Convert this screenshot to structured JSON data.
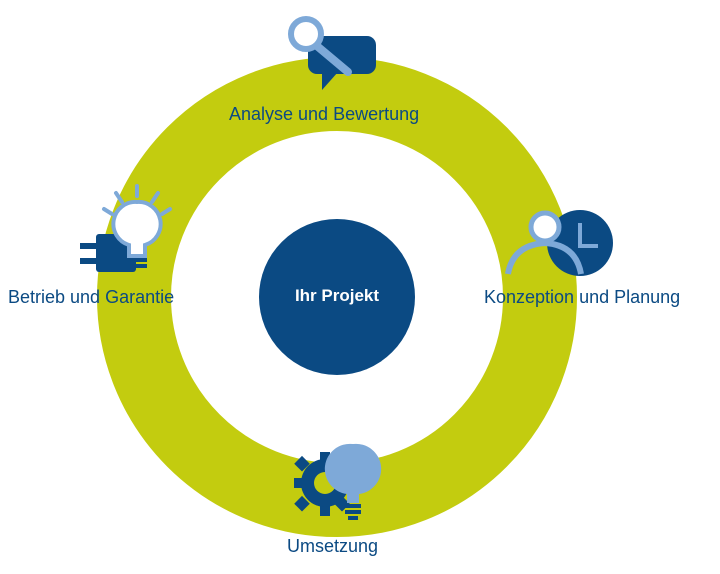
{
  "colors": {
    "ring": "#c3cc0f",
    "navy": "#0b4a83",
    "light_blue": "#7ea9d8",
    "white": "#ffffff"
  },
  "center": {
    "label": "Ihr Projekt"
  },
  "stages": [
    {
      "label": "Analyse und Bewertung",
      "icon": "search-speech-bubble-icon"
    },
    {
      "label": "Konzeption und Planung",
      "icon": "person-clock-icon"
    },
    {
      "label": "Umsetzung",
      "icon": "gear-lightbulb-icon"
    },
    {
      "label": "Betrieb und Garantie",
      "icon": "plug-lightbulb-icon"
    }
  ]
}
